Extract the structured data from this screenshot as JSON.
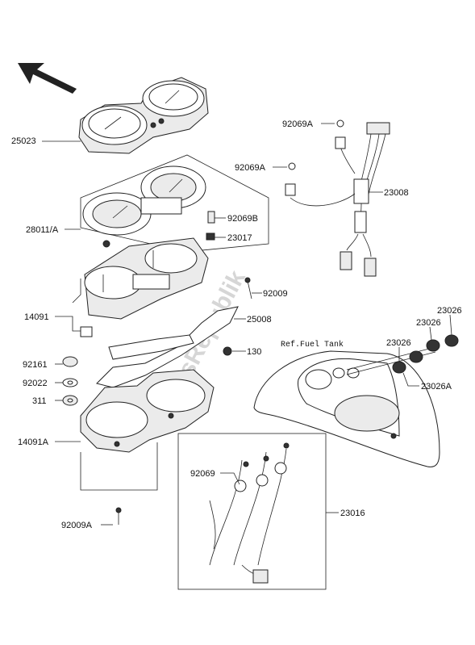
{
  "labels": {
    "l25023": "25023",
    "l28011A": "28011/A",
    "l92069B": "92069B",
    "l23017": "23017",
    "l14091": "14091",
    "l92009": "92009",
    "l25008": "25008",
    "l130": "130",
    "l92161": "92161",
    "l92022": "92022",
    "l311": "311",
    "l14091A": "14091A",
    "l92009A": "92009A",
    "l92069A_1": "92069A",
    "l92069A_2": "92069A",
    "l23008": "23008",
    "l23026_1": "23026",
    "l23026_2": "23026",
    "l23026_3": "23026",
    "l23026A": "23026A",
    "l92069": "92069",
    "l23016": "23016",
    "ref_fuel_tank": "Ref.Fuel Tank"
  },
  "watermark": "PartsRepublik",
  "icons": {
    "front_arrow": "direction-arrow-icon"
  }
}
